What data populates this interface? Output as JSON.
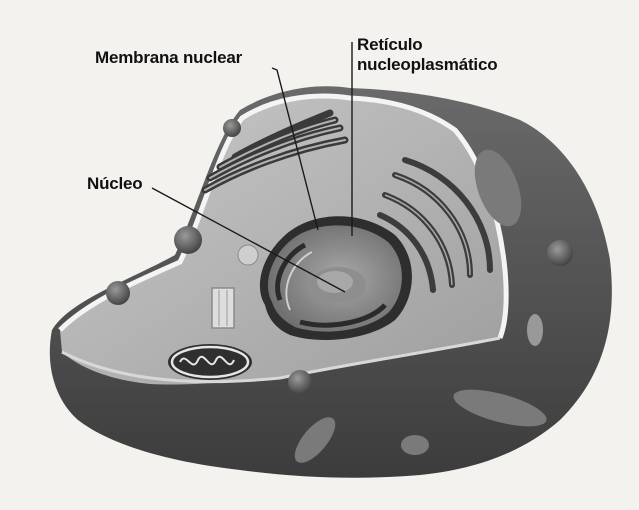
{
  "diagram": {
    "labels": {
      "membrana_nuclear": "Membrana nuclear",
      "reticulo_line1": "Retículo",
      "reticulo_line2": "nucleoplasmático",
      "nucleo": "Núcleo"
    },
    "colors": {
      "background": "#f3f2ee",
      "cell_outer": "#4e4e4e",
      "cytoplasm": "#b5b5b5",
      "membrane_highlight": "#f4f4f4",
      "nucleus": "#8c8c8c",
      "leader_line": "#1a1a1a"
    }
  }
}
